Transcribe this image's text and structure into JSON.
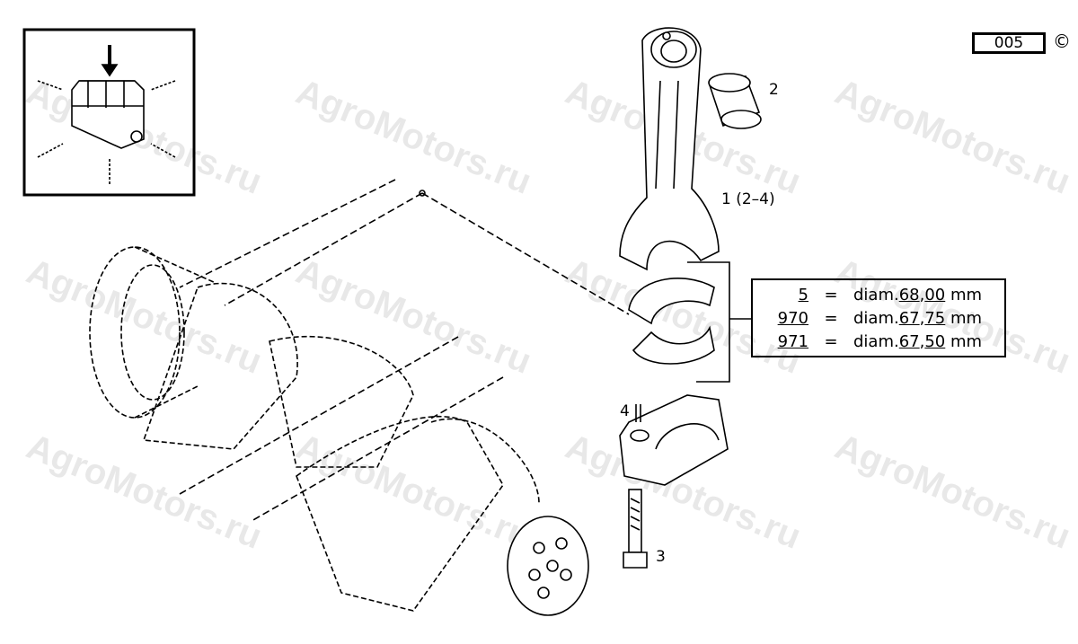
{
  "watermark": "AgroMotors.ru",
  "drawing_code": "005",
  "copyright_symbol": "©",
  "callouts": {
    "p1": "1 (2–4)",
    "p2": "2",
    "p3": "3",
    "p4": "4"
  },
  "bearing_table": [
    {
      "code": "5",
      "prefix": "diam.",
      "whole": "68",
      "sep": ",",
      "frac": "00",
      "unit": "mm"
    },
    {
      "code": "970",
      "prefix": "diam.",
      "whole": "67",
      "sep": ",",
      "frac": "75",
      "unit": "mm"
    },
    {
      "code": "971",
      "prefix": "diam.",
      "whole": "67",
      "sep": ",",
      "frac": "50",
      "unit": "mm"
    }
  ],
  "equals": "="
}
